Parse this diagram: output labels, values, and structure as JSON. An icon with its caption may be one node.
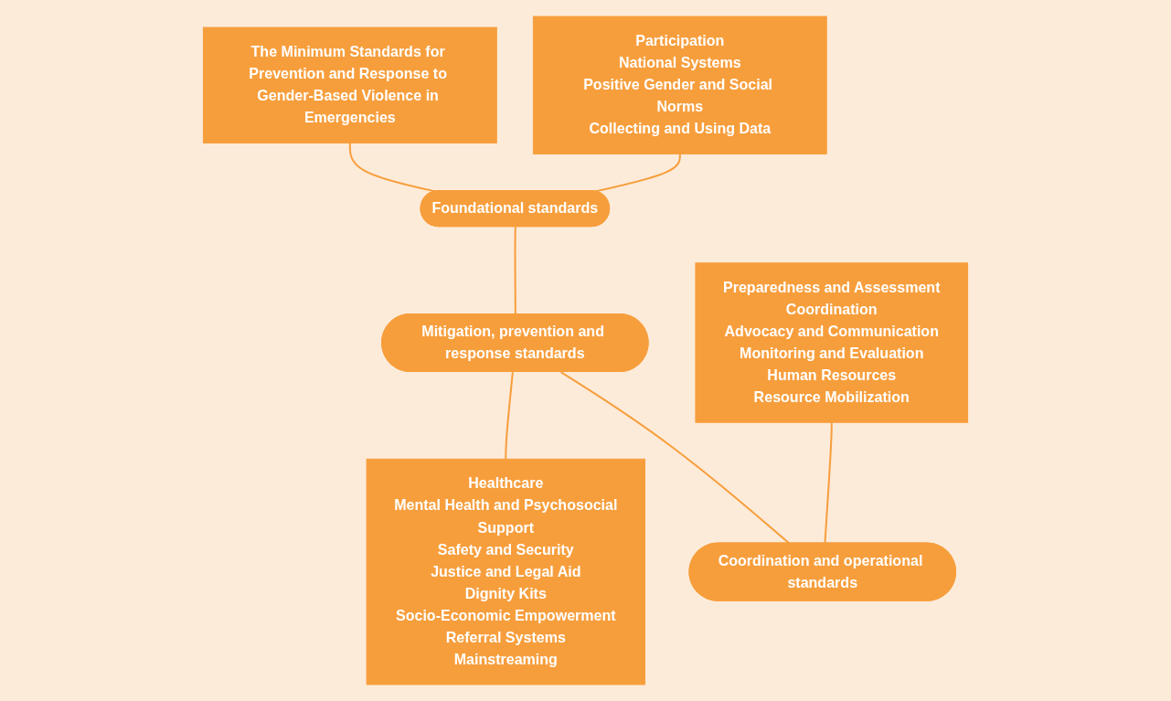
{
  "diagram": {
    "nodes": [
      {
        "text": [
          "The Minimum Standards for Prevention and Response to Gender-Based Violence in Emergencies"
        ]
      },
      {
        "text": [
          "Foundational standards"
        ]
      },
      {
        "text": [
          "Participation",
          "National Systems",
          "Positive Gender and Social Norms",
          "Collecting and Using Data"
        ]
      },
      {
        "text": [
          "Mitigation, prevention and response standards"
        ]
      },
      {
        "text": [
          "Healthcare",
          "Mental Health and Psychosocial",
          "Support",
          "Safety and Security",
          "Justice and Legal Aid",
          "Dignity Kits",
          "Socio-Economic Empowerment",
          "Referral Systems",
          "Mainstreaming"
        ]
      },
      {
        "text": [
          "Coordination and operational standards"
        ]
      },
      {
        "text": [
          "Preparedness and Assessment",
          "Coordination",
          "Advocacy and Communication",
          "Monitoring and Evaluation",
          "Human Resources",
          "Resource Mobilization"
        ]
      }
    ],
    "edges": [
      {
        "from": 0,
        "to": 1,
        "arrow": "none"
      },
      {
        "from": 2,
        "to": 1,
        "arrow": "none"
      },
      {
        "from": 1,
        "to": 3,
        "arrow": "none"
      },
      {
        "from": 3,
        "to": 4,
        "arrow": "none"
      },
      {
        "from": 3,
        "to": 5,
        "arrow": "none"
      },
      {
        "from": 6,
        "to": 5,
        "arrow": "none"
      }
    ]
  }
}
